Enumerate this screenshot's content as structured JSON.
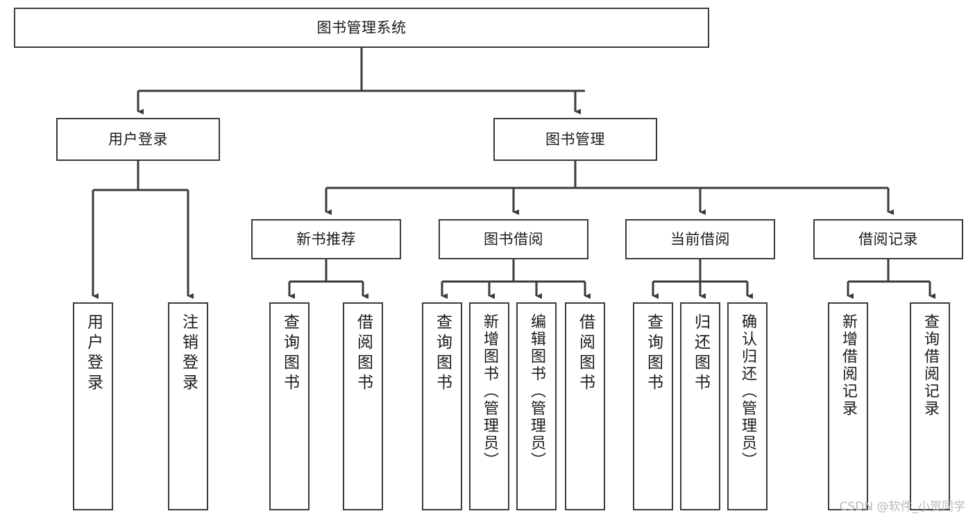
{
  "diagram": {
    "title": "图书管理系统",
    "type": "hierarchy-tree",
    "root": {
      "id": "root",
      "label": "图书管理系统",
      "orientation": "horizontal"
    },
    "level2": [
      {
        "id": "user-login",
        "label": "用户登录",
        "orientation": "horizontal"
      },
      {
        "id": "book-management",
        "label": "图书管理",
        "orientation": "horizontal"
      }
    ],
    "level3": [
      {
        "id": "new-book-recommend",
        "label": "新书推荐",
        "orientation": "horizontal",
        "parent": "book-management"
      },
      {
        "id": "book-borrow",
        "label": "图书借阅",
        "orientation": "horizontal",
        "parent": "book-management"
      },
      {
        "id": "current-borrow",
        "label": "当前借阅",
        "orientation": "horizontal",
        "parent": "book-management"
      },
      {
        "id": "borrow-record",
        "label": "借阅记录",
        "orientation": "horizontal",
        "parent": "book-management"
      }
    ],
    "leaves": [
      {
        "id": "leaf-user-login",
        "label": "用户登录",
        "parent": "user-login",
        "orientation": "vertical"
      },
      {
        "id": "leaf-user-logout",
        "label": "注销登录",
        "parent": "user-login",
        "orientation": "vertical"
      },
      {
        "id": "leaf-query-book-1",
        "label": "查询图书",
        "parent": "new-book-recommend",
        "orientation": "vertical"
      },
      {
        "id": "leaf-borrow-book-1",
        "label": "借阅图书",
        "parent": "new-book-recommend",
        "orientation": "vertical"
      },
      {
        "id": "leaf-query-book-2",
        "label": "查询图书",
        "parent": "book-borrow",
        "orientation": "vertical"
      },
      {
        "id": "leaf-add-book",
        "label": "新增图书（管理员）",
        "parent": "book-borrow",
        "orientation": "vertical"
      },
      {
        "id": "leaf-edit-book",
        "label": "编辑图书（管理员）",
        "parent": "book-borrow",
        "orientation": "vertical"
      },
      {
        "id": "leaf-borrow-book-2",
        "label": "借阅图书",
        "parent": "book-borrow",
        "orientation": "vertical"
      },
      {
        "id": "leaf-query-book-3",
        "label": "查询图书",
        "parent": "current-borrow",
        "orientation": "vertical"
      },
      {
        "id": "leaf-return-book",
        "label": "归还图书",
        "parent": "current-borrow",
        "orientation": "vertical"
      },
      {
        "id": "leaf-confirm-return",
        "label": "确认归还（管理员）",
        "parent": "current-borrow",
        "orientation": "vertical"
      },
      {
        "id": "leaf-add-record",
        "label": "新增借阅记录",
        "parent": "borrow-record",
        "orientation": "vertical"
      },
      {
        "id": "leaf-query-record",
        "label": "查询借阅记录",
        "parent": "borrow-record",
        "orientation": "vertical"
      }
    ],
    "watermark": "CSDN @软件_小贺同学",
    "colors": {
      "stroke": "#3a3a3a",
      "fill": "#ffffff",
      "text": "#1a1a1a",
      "watermark": "#b9b9b9"
    }
  }
}
